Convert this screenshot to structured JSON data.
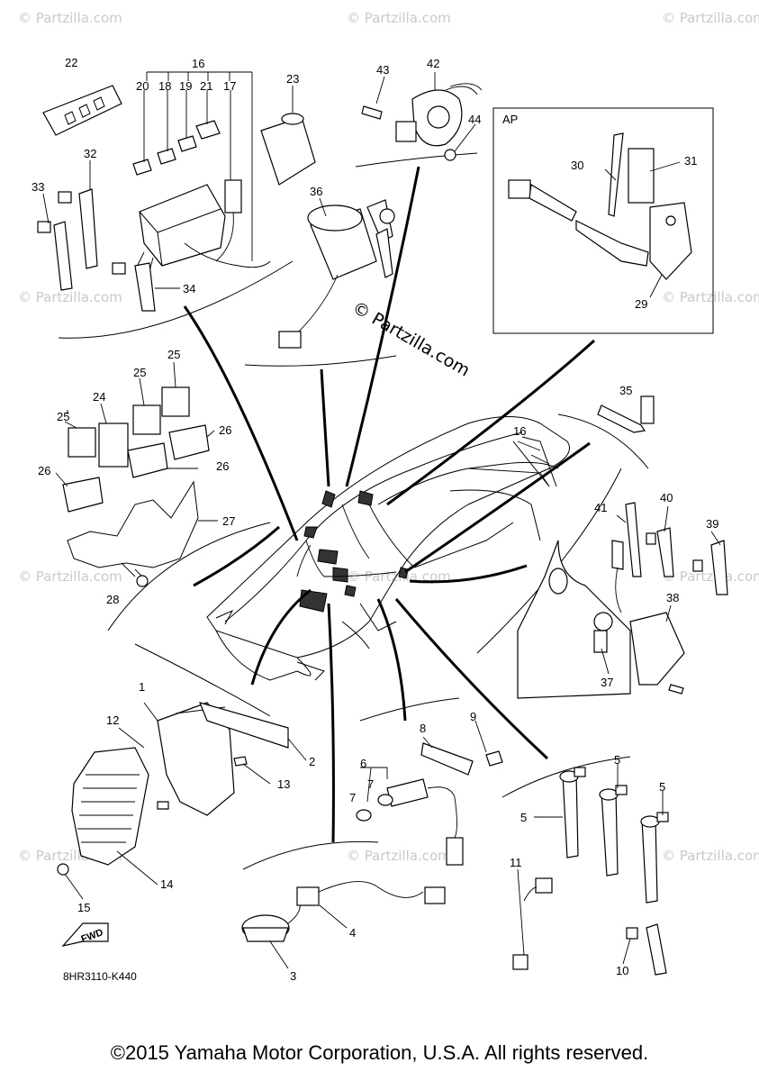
{
  "callouts": {
    "c1": "1",
    "c2": "2",
    "c3": "3",
    "c4": "4",
    "c5a": "5",
    "c5b": "5",
    "c5c": "5",
    "c6": "6",
    "c7a": "7",
    "c7b": "7",
    "c8": "8",
    "c9": "9",
    "c10": "10",
    "c11": "11",
    "c12": "12",
    "c13": "13",
    "c14": "14",
    "c15": "15",
    "c16a": "16",
    "c16b": "16",
    "c17": "17",
    "c18": "18",
    "c19": "19",
    "c20": "20",
    "c21": "21",
    "c22": "22",
    "c23": "23",
    "c24": "24",
    "c25a": "25",
    "c25b": "25",
    "c25c": "25",
    "c26a": "26",
    "c26b": "26",
    "c26c": "26",
    "c27": "27",
    "c28": "28",
    "c29": "29",
    "c30": "30",
    "c31": "31",
    "c32": "32",
    "c33": "33",
    "c34": "34",
    "c35": "35",
    "c36": "36",
    "c37": "37",
    "c38": "38",
    "c39": "39",
    "c40": "40",
    "c41": "41",
    "c42": "42",
    "c43": "43",
    "c44": "44"
  },
  "ap_label": "AP",
  "fwd_label": "FWD",
  "diagram_code": "8HR3110-K440",
  "watermark_text": "© Partzilla.com",
  "center_watermark": "© Partzilla.com",
  "copyright": "©2015 Yamaha Motor Corporation, U.S.A. All rights reserved."
}
